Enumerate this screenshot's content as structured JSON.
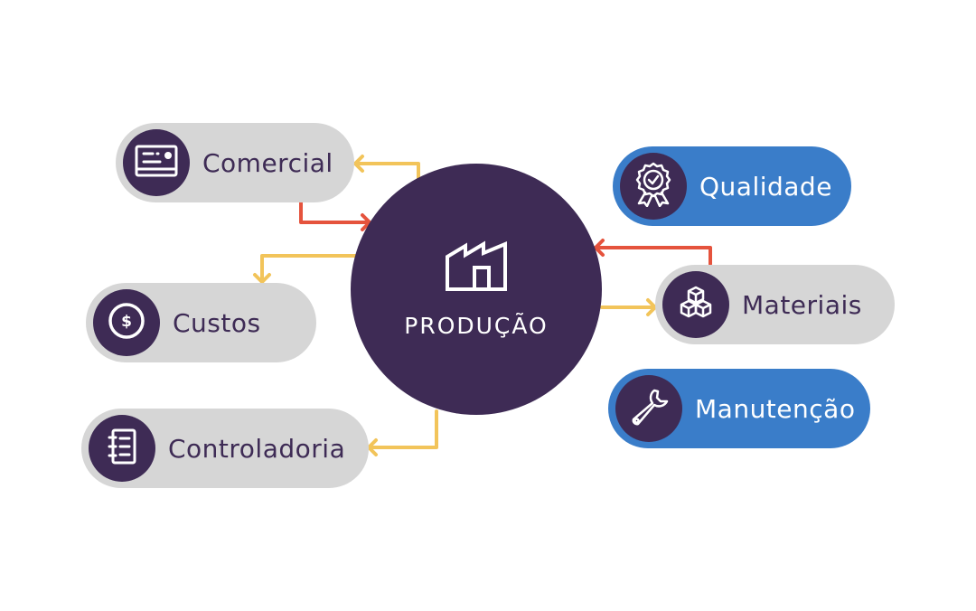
{
  "center": {
    "label": "PRODUÇÃO",
    "icon": "factory-icon"
  },
  "nodes": {
    "comercial": {
      "label": "Comercial",
      "icon": "card-icon",
      "style": "gray"
    },
    "custos": {
      "label": "Custos",
      "icon": "dollar-coin-icon",
      "style": "gray"
    },
    "controladoria": {
      "label": "Controladoria",
      "icon": "notebook-icon",
      "style": "gray"
    },
    "qualidade": {
      "label": "Qualidade",
      "icon": "award-badge-icon",
      "style": "blue"
    },
    "materiais": {
      "label": "Materiais",
      "icon": "cubes-icon",
      "style": "gray"
    },
    "manutencao": {
      "label": "Manutenção",
      "icon": "wrench-icon",
      "style": "blue"
    }
  },
  "colors": {
    "primary_dark": "#3e2b55",
    "pill_gray": "#d6d6d6",
    "pill_blue": "#3a7dc9",
    "arrow_outgoing": "#f2c45a",
    "arrow_incoming": "#e5533d"
  },
  "connections": [
    {
      "from": "Produção",
      "to": "Comercial",
      "type": "outgoing"
    },
    {
      "from": "Comercial",
      "to": "Produção",
      "type": "incoming"
    },
    {
      "from": "Produção",
      "to": "Custos",
      "type": "outgoing"
    },
    {
      "from": "Produção",
      "to": "Controladoria",
      "type": "outgoing"
    },
    {
      "from": "Produção",
      "to": "Materiais",
      "type": "outgoing"
    },
    {
      "from": "Materiais",
      "to": "Produção",
      "type": "incoming"
    }
  ]
}
